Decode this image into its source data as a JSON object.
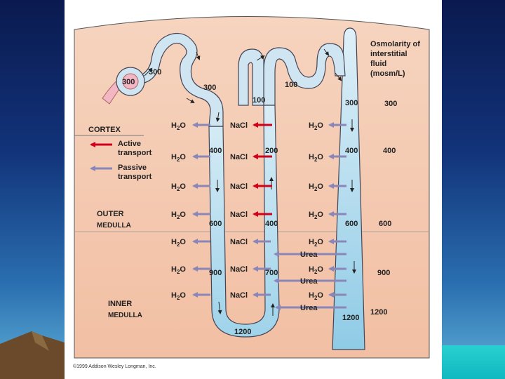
{
  "header": {
    "line1": "Osmolarity of",
    "line2": "interstitial",
    "line3": "fluid",
    "line4": "(mosm/L)"
  },
  "regions": {
    "cortex": "CORTEX",
    "outer1": "OUTER",
    "outer2": "MEDULLA",
    "inner1": "INNER",
    "inner2": "MEDULLA"
  },
  "legend": {
    "active1": "Active",
    "active2": "transport",
    "passive1": "Passive",
    "passive2": "transport"
  },
  "copyright": "©1999 Addison Wesley Longman, Inc.",
  "molecules": {
    "water": "H2O",
    "salt": "NaCl",
    "urea": "Urea"
  },
  "glomerulus_label": "300",
  "tubule_labels": {
    "pct": "300",
    "desc_top": "300",
    "asc_top": "100",
    "dct": "100",
    "cd_top": "300",
    "desc_400": "400",
    "asc_200": "200",
    "desc_600": "600",
    "asc_400": "400",
    "desc_900": "900",
    "asc_700": "700",
    "loop_bottom": "1200",
    "cd_400": "400",
    "cd_600": "600",
    "cd_1200": "1200"
  },
  "interstitial": [
    "300",
    "400",
    "600",
    "900",
    "1200"
  ],
  "colors": {
    "active": "#d0021b",
    "passive": "#8a86b8",
    "tubule": "#cfe6f2",
    "tissue": "#f5c9ad"
  }
}
